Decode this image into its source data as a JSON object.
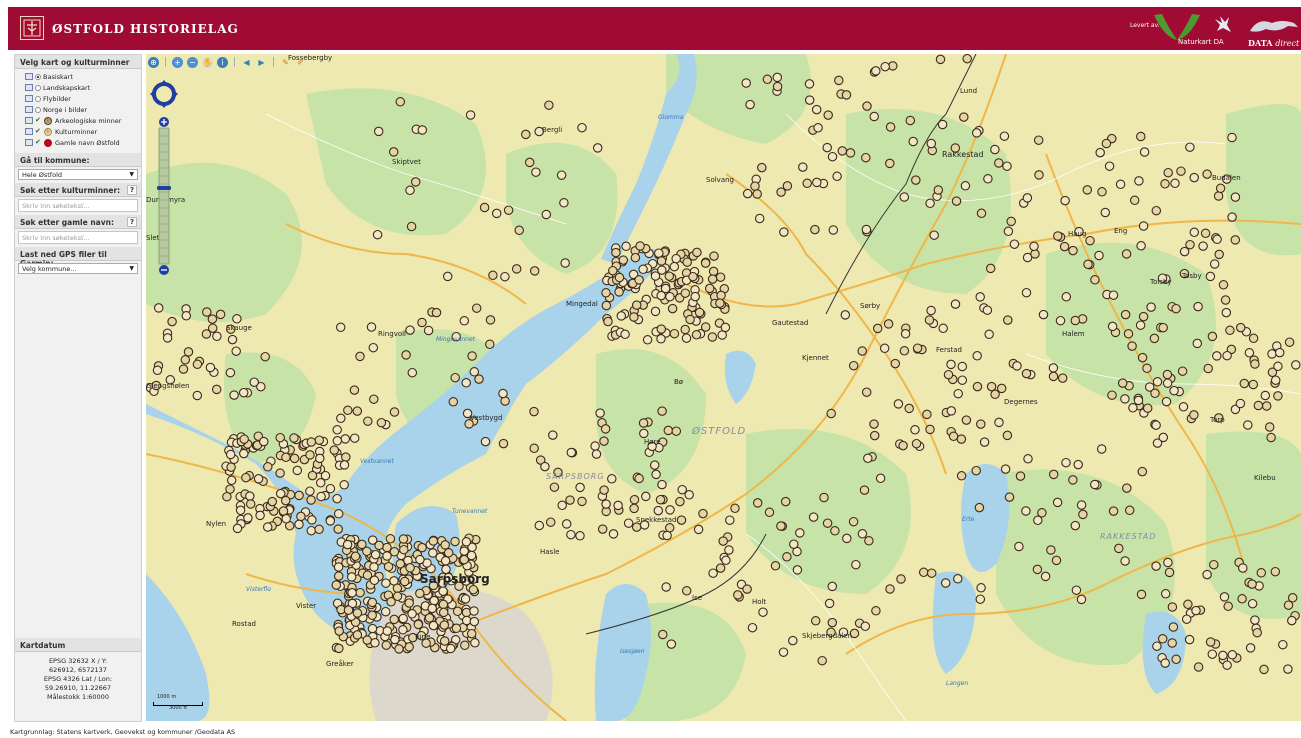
{
  "header": {
    "title": "ØSTFOLD HISTORIELAG",
    "levert_av": "Levert av:",
    "naturkart": "Naturkart DA",
    "datadirect_a": "DATA",
    "datadirect_b": "direct",
    "colors": {
      "brand": "#a00b34"
    }
  },
  "sidebar": {
    "layers_title": "Velg kart og kulturminner",
    "layers": [
      {
        "label": "Basiskart",
        "type": "radio",
        "checked": true
      },
      {
        "label": "Landskapskart",
        "type": "radio",
        "checked": false
      },
      {
        "label": "Flybilder",
        "type": "radio",
        "checked": false
      },
      {
        "label": "Norge i bilder",
        "type": "radio",
        "checked": false
      },
      {
        "label": "Arkeologiske minner",
        "type": "check",
        "checked": true,
        "symbol": "brown-circle"
      },
      {
        "label": "Kulturminner",
        "type": "check",
        "checked": true,
        "symbol": "tan-circle"
      },
      {
        "label": "Gamle navn Østfold",
        "type": "check",
        "checked": true,
        "symbol": "red-dot"
      }
    ],
    "goto_title": "Gå til kommune:",
    "goto_value": "Hele Østfold",
    "search_culture_title": "Søk etter kulturminner:",
    "search_culture_placeholder": "Skriv inn søketekst...",
    "search_names_title": "Søk etter gamle navn:",
    "search_names_placeholder": "Skriv inn søketekst...",
    "gps_title": "Last ned GPS filer til Garmin:",
    "gps_value": "Velg kommune...",
    "help": "?",
    "kartdatum_title": "Kartdatum",
    "kartdatum_lines": [
      "EPSG 32632 X / Y:",
      "626912, 6572137",
      "EPSG 4326 Lat / Lon:",
      "59.26910, 11.22667",
      "Målestokk 1:60000"
    ]
  },
  "map": {
    "place_labels": [
      "Sarpsborg",
      "Tune",
      "Greåker",
      "Hasle",
      "Rakkestad",
      "Skjebergdalen",
      "Mingedal",
      "Kjennet",
      "Sørby",
      "Degernes",
      "Ise",
      "Torp",
      "Halem",
      "Fossebergby",
      "Skiptvet",
      "Lund",
      "Budalen",
      "Tolsby",
      "Haug",
      "Eng",
      "Bø",
      "Ferstad",
      "Kilebu",
      "Holt",
      "Gautestad",
      "Tosby",
      "Dumpmyra",
      "Sletta",
      "Skauge",
      "Ringvoll",
      "Vister",
      "Rostad",
      "Nylen",
      "Glengshølen",
      "Solvang",
      "Snekkestad",
      "Vestbygd",
      "Høre",
      "Bergli"
    ],
    "region_labels": [
      "ØSTFOLD",
      "SARPSBORG",
      "RAKKESTAD"
    ],
    "water_labels": [
      "Visterflo",
      "Vestvannet",
      "Tunevannet",
      "Glomma",
      "Isesjøen",
      "Erte",
      "Langen",
      "Mingevannet"
    ],
    "scale_top": "1000 m",
    "scale_bottom": "3000 ft",
    "marker_count_hint": "many"
  },
  "footer": {
    "attribution": "Kartgrunnlag: Statens kartverk, Geovekst og kommuner /Geodata AS"
  }
}
